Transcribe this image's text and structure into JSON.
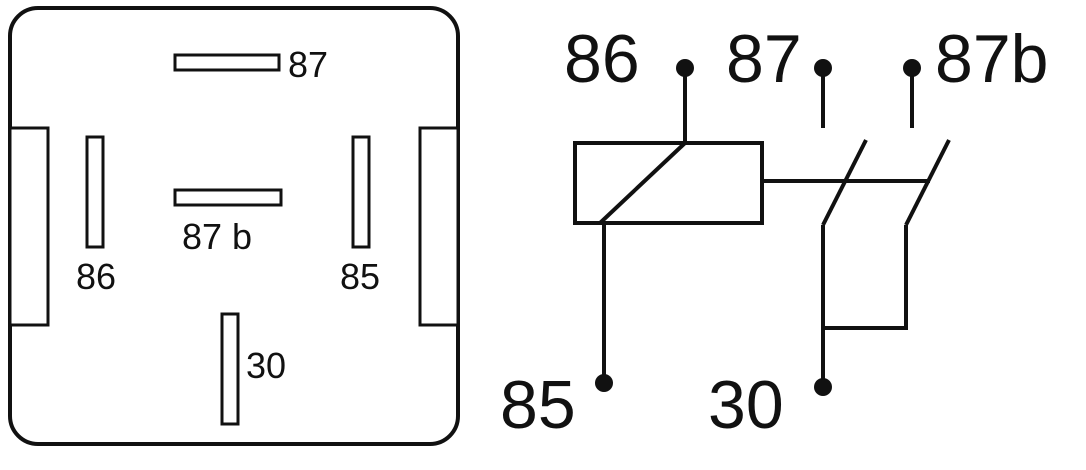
{
  "footprint": {
    "pins": {
      "p87": "87",
      "p87b": "87 b",
      "p86": "86",
      "p85": "85",
      "p30": "30"
    }
  },
  "schematic": {
    "labels": {
      "t86": "86",
      "t87": "87",
      "t87b": "87b",
      "t85": "85",
      "t30": "30"
    }
  },
  "colors": {
    "stroke": "#111111",
    "background": "#ffffff"
  }
}
